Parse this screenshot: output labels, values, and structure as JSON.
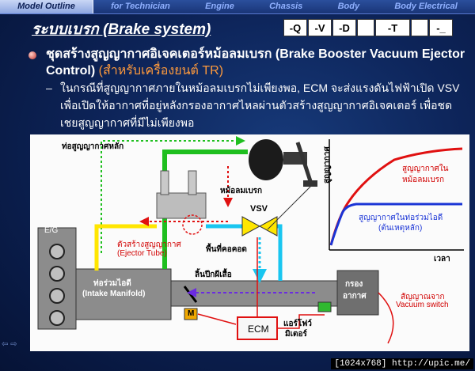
{
  "nav": {
    "tabs": [
      {
        "label": "Model Outline",
        "active": true
      },
      {
        "label": "for Technician",
        "active": false
      },
      {
        "label": "Engine",
        "active": false
      },
      {
        "label": "Chassis",
        "active": false
      },
      {
        "label": "Body",
        "active": false
      },
      {
        "label": "Body Electrical",
        "active": false
      }
    ]
  },
  "title": "ระบบเบรก (Brake system)",
  "codes": [
    "-Q",
    "-V",
    "-D",
    "",
    "-T",
    "",
    "-_"
  ],
  "bullet": {
    "main": "ชุดสร้างสูญญากาศอิเจคเตอร์หม้อลมเบรก (Brake Booster Vacuum Ejector Control)",
    "highlight": "(สำหรับเครื่องยนต์ TR)",
    "sub_dash": "–",
    "sub": "ในกรณีที่สูญญากาศภายในหม้อลมเบรกไม่เพียงพอ, ECM จะส่งแรงดันไฟฟ้าเปิด VSV เพื่อเปิดให้อากาศที่อยู่หลังกรองอากาศไหลผ่านตัวสร้างสูญญากาศอิเจคเตอร์ เพื่อชดเชยสูญญากาศที่มีไม่เพียงพอ"
  },
  "diagram": {
    "main_vacuum_pipe": "ท่อสูญญากาศหลัก",
    "brake_booster": "หม้อลมเบรก",
    "vsv": "VSV",
    "eg": "E/G",
    "ejector": "ตัวสร้างสูญญากาศ",
    "ejector_en": "(Ejector Tube)",
    "throat": "พื้นที่คอคอด",
    "throttle": "ลิ้นปีกผีเสื้อ",
    "intake": "ท่อร่วมไอดี",
    "intake_en": "(Intake Manifold)",
    "motor": "M",
    "ecm": "ECM",
    "airflow_1": "แอร์โฟว์",
    "airflow_2": "มิเตอร์",
    "filter_1": "กรอง",
    "filter_2": "อากาศ",
    "signal_1": "สัญญาณจาก",
    "signal_2": "Vacuum switch",
    "graph": {
      "ylabel": "สูญญากาศ",
      "xlabel": "เวลา",
      "series_booster_1": "สูญญากาศใน",
      "series_booster_2": "หม้อลมเบรก",
      "series_manifold_1": "สูญญากาศในท่อร่วมไอดี",
      "series_manifold_2": "(ต้นเหตุหลัก)",
      "booster_color": "#e01010",
      "manifold_color": "#1a34d6"
    }
  },
  "footer": "[1024x768] http://upic.me/",
  "colors": {
    "green": "#1fbf1f",
    "yellow": "#ffe600",
    "cyan": "#19c6f0",
    "red": "#e01010"
  }
}
